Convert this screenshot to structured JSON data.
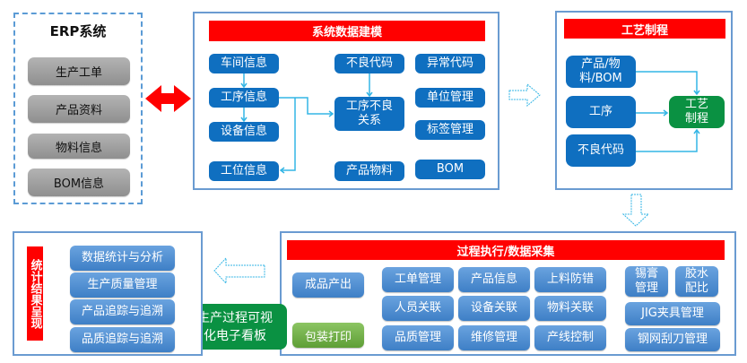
{
  "erp": {
    "title": "ERP系统",
    "items": [
      "生产工单",
      "产品资料",
      "物料信息",
      "BOM信息"
    ]
  },
  "modeling": {
    "title": "系统数据建模",
    "left": [
      "车间信息",
      "工序信息",
      "设备信息",
      "工位信息"
    ],
    "middle_top": "不良代码",
    "middle_center": "工序不良关系",
    "middle_bottom": "产品物料",
    "right": [
      "异常代码",
      "单位管理",
      "标签管理",
      "BOM"
    ]
  },
  "process": {
    "title": "工艺制程",
    "inputs": [
      "产品/物料/BOM",
      "工序",
      "不良代码"
    ],
    "output": "工艺制程"
  },
  "execution": {
    "title": "过程执行/数据采集",
    "finished_output": "成品产出",
    "pack_print": "包装打印",
    "grid": [
      [
        "工单管理",
        "产品信息",
        "上料防错"
      ],
      [
        "人员关联",
        "设备关联",
        "物料关联"
      ],
      [
        "品质管理",
        "维修管理",
        "产线控制"
      ]
    ],
    "right_top": [
      "锡膏管理",
      "胶水配比"
    ],
    "right_rows": [
      "JIG夹具管理",
      "钢网刮刀管理"
    ]
  },
  "kanban": {
    "label": "生产过程可视化电子看板"
  },
  "stats": {
    "title": "统计结果呈现",
    "items": [
      "数据统计与分析",
      "生产质量管理",
      "产品追踪与追溯",
      "品质追踪与追溯"
    ]
  },
  "colors": {
    "title_bar": "#ff0000",
    "node_blue": "#0f6fc0",
    "node_green": "#0a9142",
    "panel_border": "#6a9bd1",
    "connector": "#33b5e5"
  }
}
